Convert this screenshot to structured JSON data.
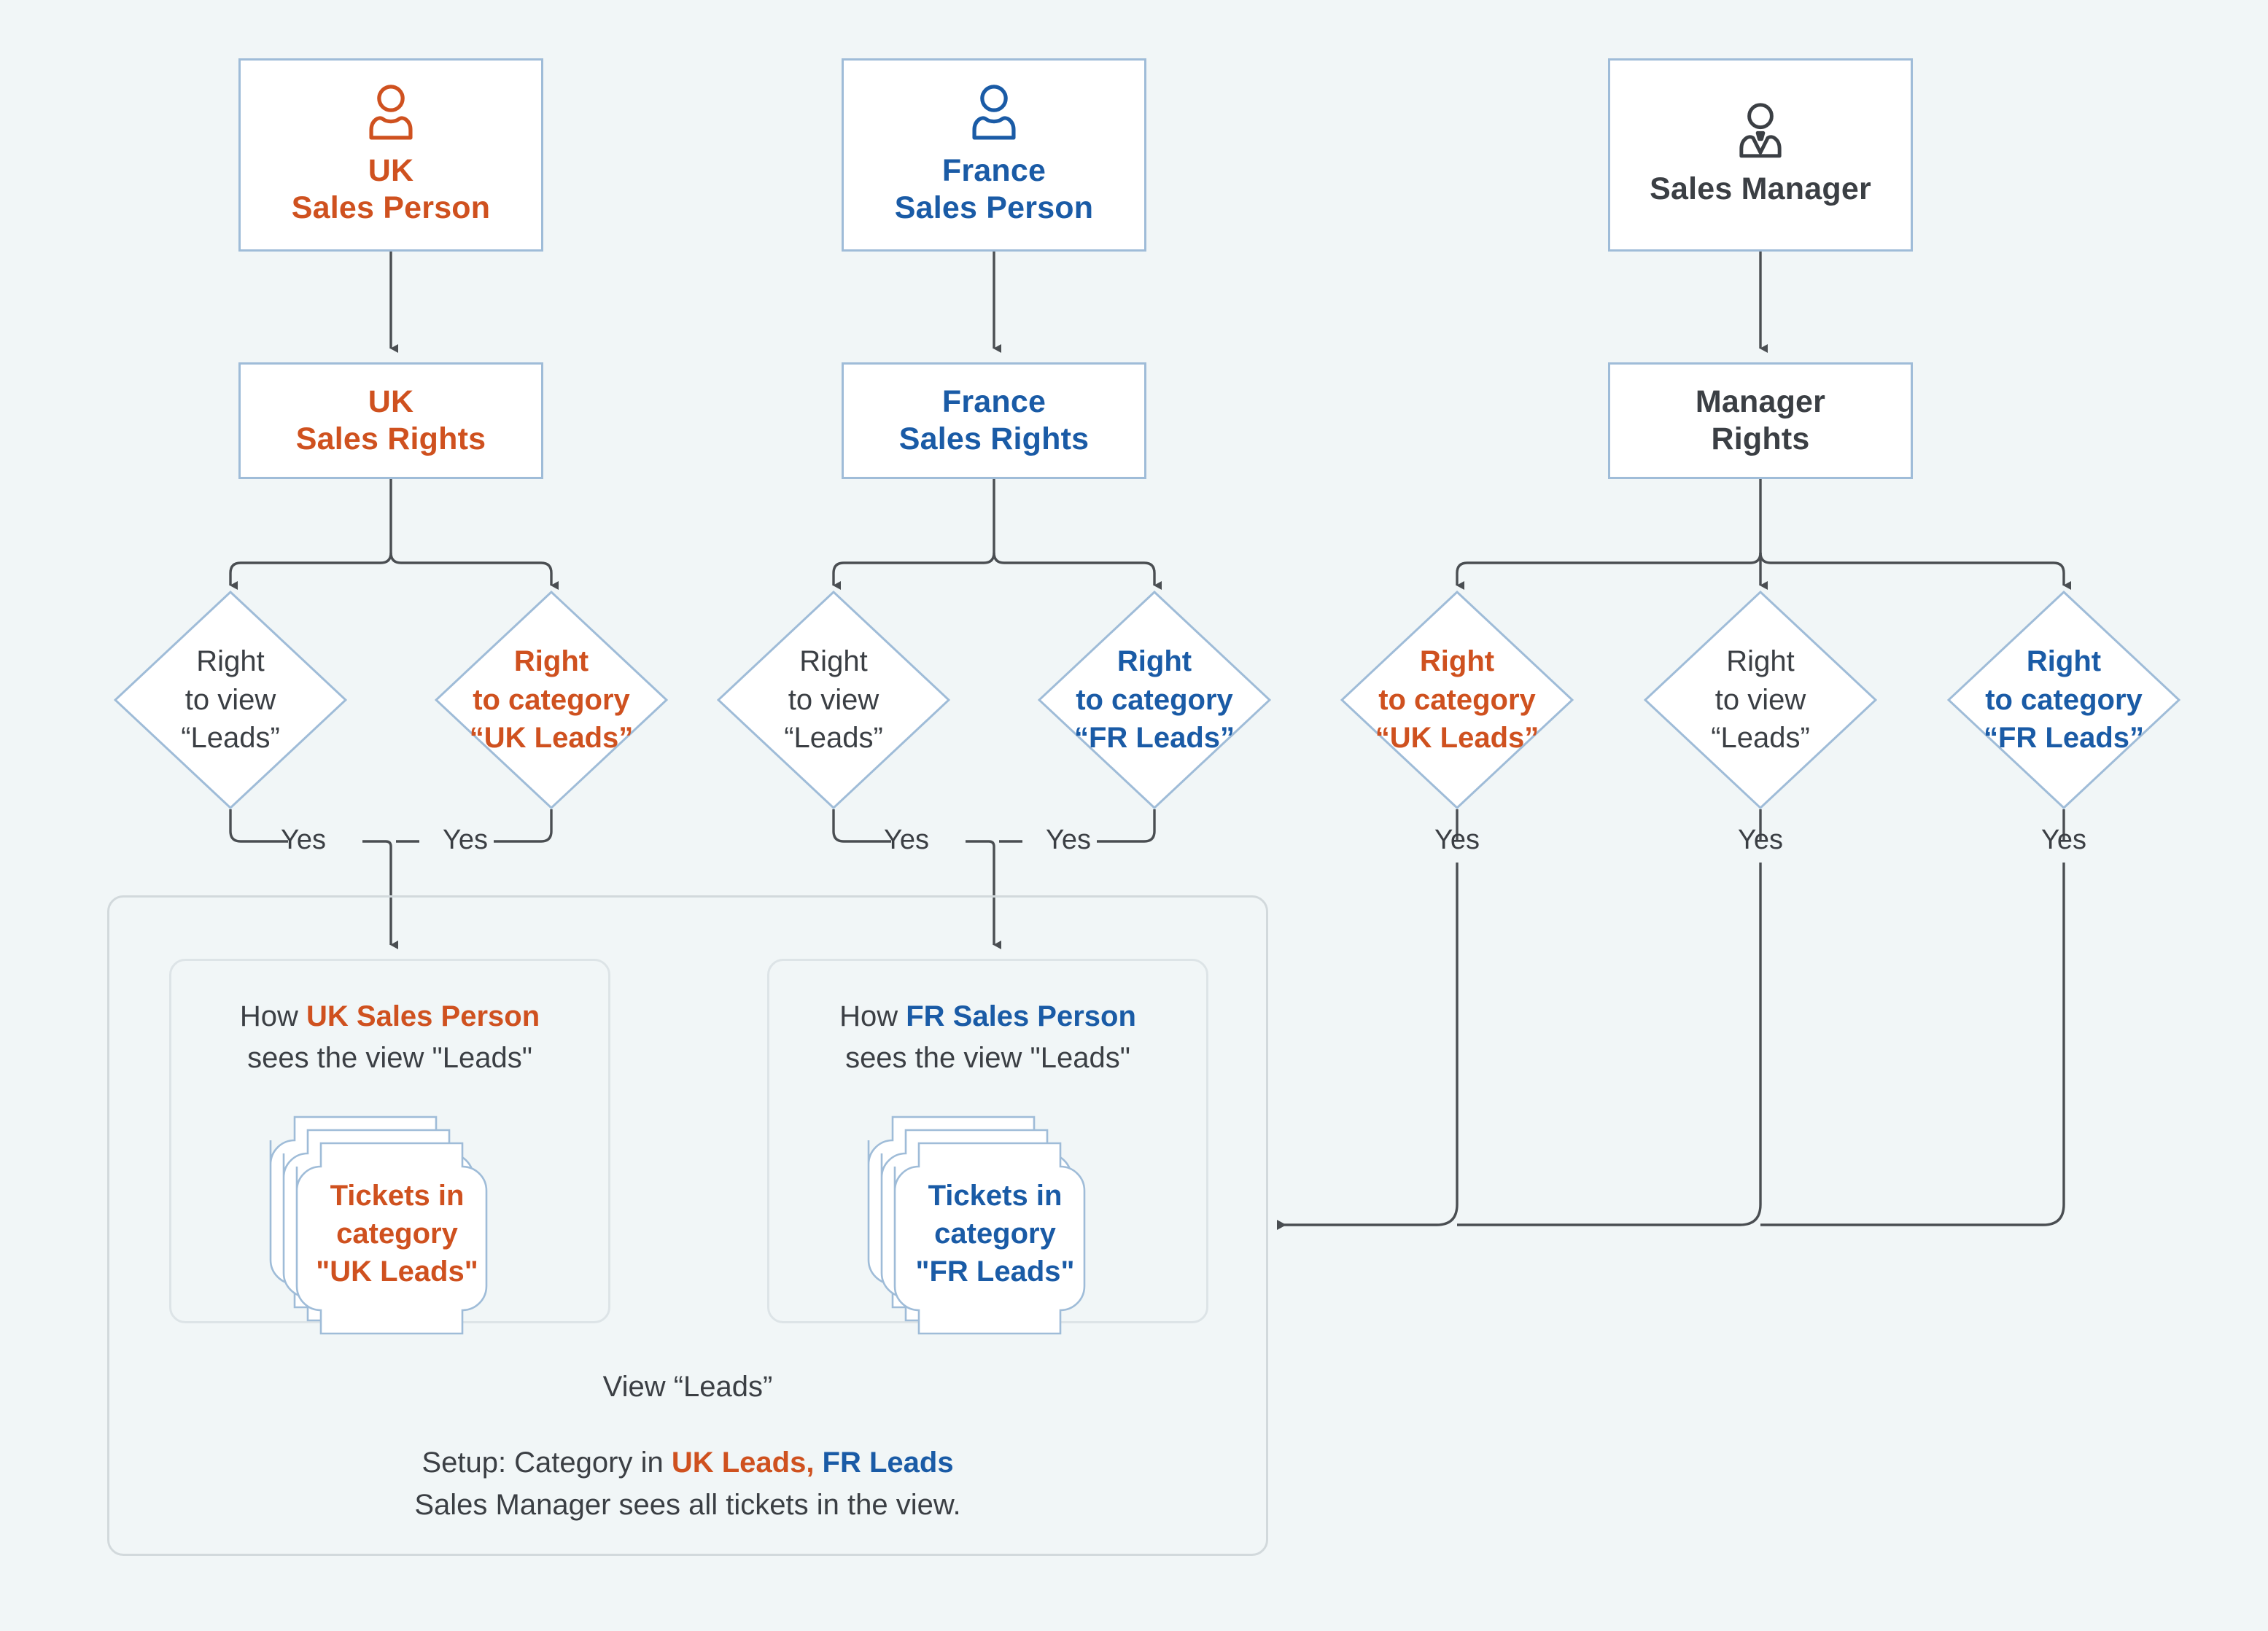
{
  "theme": {
    "background": "#f1f6f7",
    "uk_color": "#cf511f",
    "fr_color": "#1a5ba6",
    "neutral_color": "#3b3f44",
    "box_border": "#9fbcd8",
    "panel_border": "#d2d9dc",
    "connector_color": "#4a4e52"
  },
  "columns": [
    {
      "id": "uk",
      "person": {
        "label": "UK\nSales Person",
        "icon": "person-icon",
        "color": "#cf511f"
      },
      "rights": {
        "label": "UK\nSales Rights",
        "color": "#cf511f"
      },
      "decisions": [
        {
          "label": "Right\nto view\n“Leads”",
          "style": "plain",
          "yes_label": "Yes"
        },
        {
          "label": "Right\nto category\n“UK Leads”",
          "style": "uk",
          "yes_label": "Yes"
        }
      ]
    },
    {
      "id": "fr",
      "person": {
        "label": "France\nSales Person",
        "icon": "person-icon",
        "color": "#1a5ba6"
      },
      "rights": {
        "label": "France\nSales Rights",
        "color": "#1a5ba6"
      },
      "decisions": [
        {
          "label": "Right\nto view\n“Leads”",
          "style": "plain",
          "yes_label": "Yes"
        },
        {
          "label": "Right\nto category\n“FR Leads”",
          "style": "fr",
          "yes_label": "Yes"
        }
      ]
    },
    {
      "id": "manager",
      "person": {
        "label": "Sales Manager",
        "icon": "manager-icon",
        "color": "#3b3f44"
      },
      "rights": {
        "label": "Manager\nRights",
        "color": "#3b3f44"
      },
      "decisions": [
        {
          "label": "Right\nto category\n“UK Leads”",
          "style": "uk",
          "yes_label": "Yes"
        },
        {
          "label": "Right\nto view\n“Leads”",
          "style": "plain",
          "yes_label": "Yes"
        },
        {
          "label": "Right\nto category\n“FR Leads”",
          "style": "fr",
          "yes_label": "Yes"
        }
      ]
    }
  ],
  "result_panel": {
    "cards": [
      {
        "id": "uk-card",
        "caption_prefix": "How ",
        "caption_highlight": "UK Sales Person",
        "caption_suffix": "sees the view \"Leads\"",
        "highlight_style": "uk",
        "ticket_label": "Tickets in\ncategory\n\"UK Leads\"",
        "ticket_style": "uk"
      },
      {
        "id": "fr-card",
        "caption_prefix": "How ",
        "caption_highlight": "FR Sales Person",
        "caption_suffix": "sees the view \"Leads\"",
        "highlight_style": "fr",
        "ticket_label": "Tickets in\ncategory\n\"FR Leads\"",
        "ticket_style": "fr"
      }
    ],
    "footer": {
      "view_line": "View “Leads”",
      "setup_prefix": "Setup: Category in ",
      "setup_uk": "UK Leads,",
      "setup_fr": " FR Leads",
      "setup_line2": "Sales Manager sees all tickets in the view."
    }
  }
}
